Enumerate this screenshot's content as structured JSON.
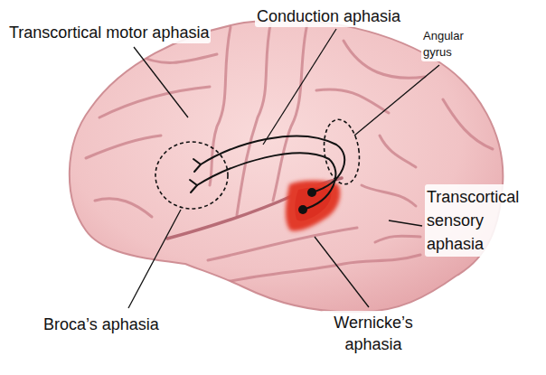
{
  "diagram": {
    "labels": [
      "Transcortical motor aphasia",
      "Conduction aphasia",
      "Angular gyrus",
      "Transcortical sensory aphasia",
      "Broca’s aphasia",
      "Wernicke’s aphasia"
    ]
  }
}
